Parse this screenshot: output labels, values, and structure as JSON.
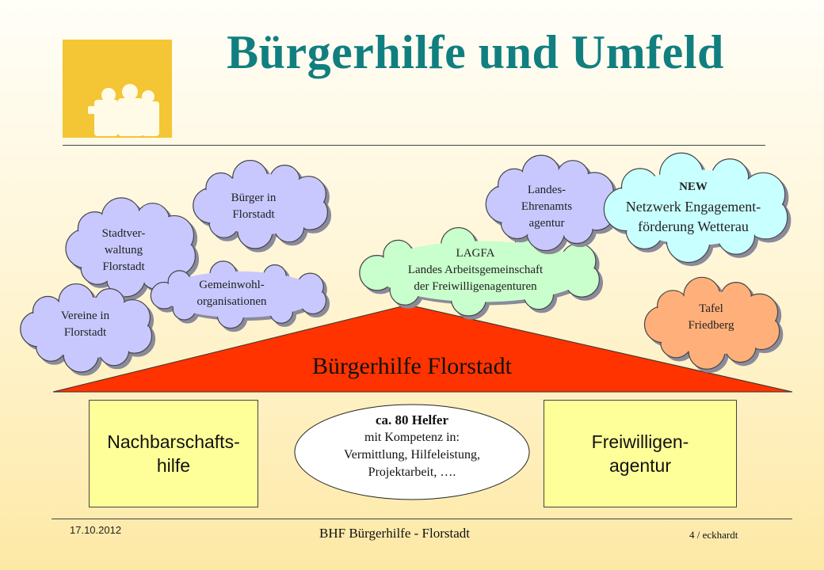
{
  "title": "Bürgerhilfe und Umfeld",
  "colors": {
    "title": "#117f80",
    "logo_bg": "#f4c534",
    "roof": "#ff3300",
    "box": "#ffff99",
    "cloud_lavender": "#c8c8ff",
    "cloud_green": "#c8ffcc",
    "cloud_cyan": "#c8ffff",
    "cloud_orange": "#ffb07a"
  },
  "logo": {
    "icon": "figures-logo-icon"
  },
  "clouds": {
    "buerger": {
      "lines": [
        "Bürger in",
        "Florstadt"
      ]
    },
    "stadtverwaltung": {
      "lines": [
        "Stadtver-",
        "waltung",
        "Florstadt"
      ]
    },
    "gemeinwohl": {
      "lines": [
        "Gemeinwohl-",
        "organisationen"
      ]
    },
    "vereine": {
      "lines": [
        "Vereine in",
        "Florstadt"
      ]
    },
    "lagfa": {
      "lines": [
        "LAGFA",
        "Landes Arbeitsgemeinschaft",
        "der Freiwilligenagenturen"
      ]
    },
    "landes": {
      "lines": [
        "Landes-",
        "Ehrenamts",
        "agentur"
      ]
    },
    "new": {
      "lines": [
        "NEW",
        "Netzwerk Engagement-",
        "förderung Wetterau"
      ]
    },
    "tafel": {
      "lines": [
        "Tafel",
        "Friedberg"
      ]
    }
  },
  "roof_label": "Bürgerhilfe Florstadt",
  "left_box": {
    "lines": [
      "Nachbarschafts-",
      "hilfe"
    ]
  },
  "right_box": {
    "lines": [
      "Freiwilligen-",
      "agentur"
    ]
  },
  "helpers": {
    "heading": "ca. 80 Helfer",
    "lines": [
      "mit Kompetenz in:",
      "Vermittlung, Hilfeleistung,",
      "Projektarbeit, …."
    ]
  },
  "footer": {
    "date": "17.10.2012",
    "center": "BHF  Bürgerhilfe - Florstadt",
    "page": "4 / eckhardt"
  }
}
